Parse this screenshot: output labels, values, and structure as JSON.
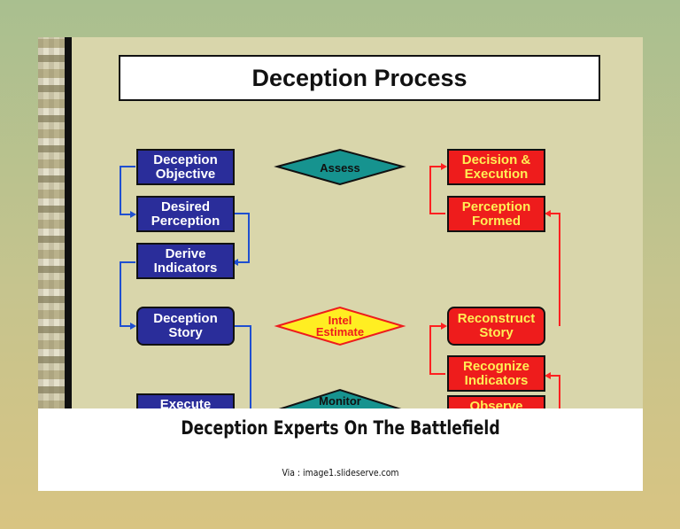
{
  "slide": {
    "title": "Deception Process",
    "blue_boxes": [
      {
        "id": "deception-objective",
        "text": "Deception Objective"
      },
      {
        "id": "desired-perception",
        "text": "Desired Perception"
      },
      {
        "id": "derive-indicators",
        "text": "Derive Indicators"
      },
      {
        "id": "deception-story",
        "text": "Deception Story"
      },
      {
        "id": "execute",
        "text": "Execute"
      }
    ],
    "red_boxes": [
      {
        "id": "decision-execution",
        "text": "Decision & Execution"
      },
      {
        "id": "perception-formed",
        "text": "Perception Formed"
      },
      {
        "id": "reconstruct-story",
        "text": "Reconstruct Story"
      },
      {
        "id": "recognize-indicators",
        "text": "Recognize Indicators"
      },
      {
        "id": "observe",
        "text": "Observe"
      }
    ],
    "diamonds": [
      {
        "id": "assess",
        "text": "Assess",
        "color": "#16938f"
      },
      {
        "id": "intel-estimate",
        "text": "Intel Estimate",
        "color": "#ffee22"
      },
      {
        "id": "monitor",
        "text": "Monitor",
        "color": "#16938f"
      }
    ],
    "colors": {
      "blue": "#2a2d9a",
      "red": "#ee1c1c",
      "red_text": "#ffee55",
      "line_blue": "#1f4fd0",
      "line_red": "#ff2020"
    }
  },
  "caption": {
    "title": "Deception Experts On The Battlefield",
    "via": "Via : image1.slideserve.com"
  }
}
